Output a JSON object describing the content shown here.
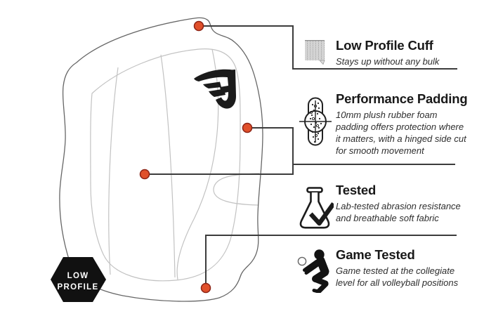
{
  "product": {
    "name": "volleyball knee pad",
    "badge": {
      "line1": "LOW",
      "line2": "PROFILE"
    },
    "brand_logo": "winged-j-logo"
  },
  "colors": {
    "marker": "#e0502b",
    "marker_border": "#8c2315",
    "line": "#3c3c3c",
    "title": "#191919",
    "description": "#2e2e2e",
    "badge_bg": "#111111",
    "badge_text": "#ffffff"
  },
  "callouts": [
    {
      "icon": "knit-fabric-swatch-icon",
      "title": "Low Profile Cuff",
      "description": "Stays up without any bulk"
    },
    {
      "icon": "foam-padding-cross-section-icon",
      "title": "Performance Padding",
      "description": "10mm plush rubber foam padding offers protection where it matters, with a hinged side cut for smooth movement"
    },
    {
      "icon": "lab-flask-checkmark-icon",
      "title": "Tested",
      "description": "Lab-tested abrasion resistance and breathable soft fabric"
    },
    {
      "icon": "volleyball-player-icon",
      "title": "Game Tested",
      "description": "Game tested at the collegiate level for all volleyball positions"
    }
  ]
}
